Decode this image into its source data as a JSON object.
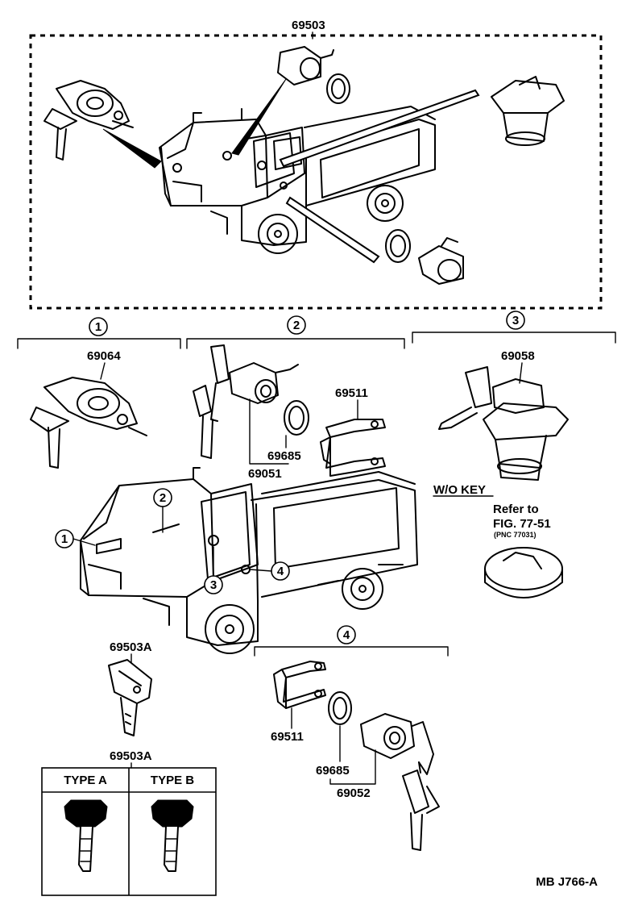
{
  "assembly": {
    "part_number": "69503"
  },
  "groups": [
    {
      "id": "1",
      "parts": [
        {
          "number": "69064"
        }
      ]
    },
    {
      "id": "2",
      "parts": [
        {
          "number": "69511"
        },
        {
          "number": "69685"
        },
        {
          "number": "69051"
        }
      ]
    },
    {
      "id": "3",
      "parts": [
        {
          "number": "69058"
        }
      ]
    },
    {
      "id": "4",
      "parts": [
        {
          "number": "69511"
        },
        {
          "number": "69685"
        },
        {
          "number": "69052"
        }
      ]
    }
  ],
  "wo_key": {
    "label": "W/O KEY",
    "refer_line1": "Refer to",
    "refer_line2": "FIG. 77-51",
    "refer_line3": "(PNC 77031)"
  },
  "key": {
    "part_number": "69503A",
    "table_part_number": "69503A"
  },
  "types": [
    {
      "label": "TYPE  A"
    },
    {
      "label": "TYPE  B"
    }
  ],
  "callouts": [
    "1",
    "2",
    "3",
    "4"
  ],
  "footer": {
    "code": "MB  J766-A"
  }
}
